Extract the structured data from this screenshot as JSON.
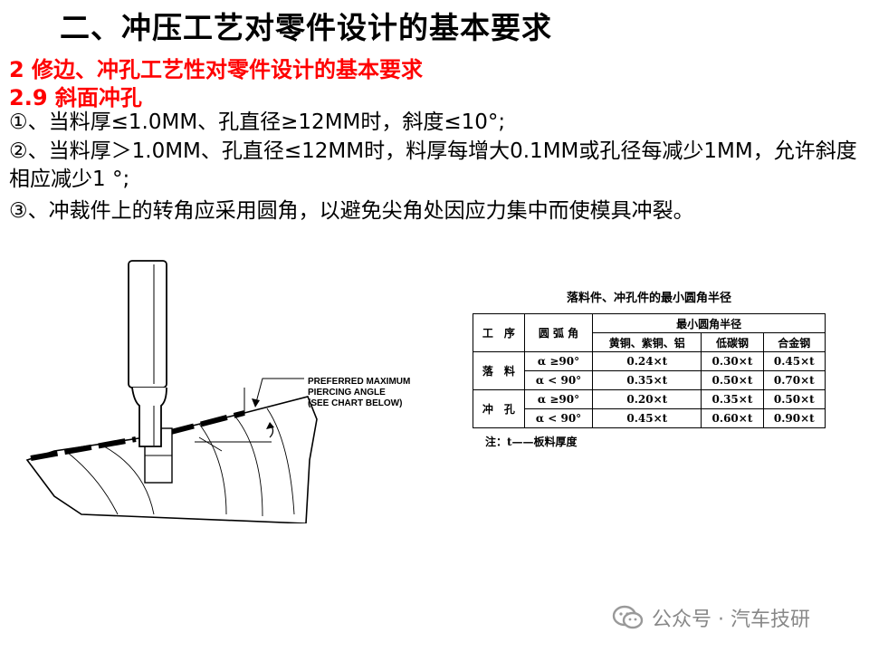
{
  "page": {
    "title": "二、冲压工艺对零件设计的基本要求",
    "subtitle": "2 修边、冲孔工艺性对零件设计的基本要求",
    "section": "2.9 斜面冲孔",
    "para1": "①、当料厚≤1.0MM、孔直径≥12MM时，斜度≤10°;",
    "para2": "②、当料厚＞1.0MM、孔直径≤12MM时，料厚每增大0.1MM或孔径每减少1MM，允许斜度相应减少1 °;",
    "para3": "③、冲裁件上的转角应采用圆角，以避免尖角处因应力集中而使模具冲裂。"
  },
  "illustration": {
    "callout_line1": "PREFERRED MAXIMUM",
    "callout_line2": "PIERCING ANGLE",
    "callout_line3": "(SEE CHART BELOW)"
  },
  "table": {
    "title": "落料件、冲孔件的最小圆角半径",
    "head_process": "工　序",
    "head_arc": "圆 弧 角",
    "head_min": "最小圆角半径",
    "head_mat1": "黄铜、紫铜、铝",
    "head_mat2": "低碳钢",
    "head_mat3": "合金钢",
    "rows": [
      {
        "process": "落　料",
        "arc": "α ≥90°",
        "v1": "0.24×t",
        "v2": "0.30×t",
        "v3": "0.45×t"
      },
      {
        "process": "",
        "arc": "α < 90°",
        "v1": "0.35×t",
        "v2": "0.50×t",
        "v3": "0.70×t"
      },
      {
        "process": "冲　孔",
        "arc": "α ≥90°",
        "v1": "0.20×t",
        "v2": "0.35×t",
        "v3": "0.50×t"
      },
      {
        "process": "",
        "arc": "α < 90°",
        "v1": "0.45×t",
        "v2": "0.60×t",
        "v3": "0.90×t"
      }
    ],
    "note": "注：t——板料厚度"
  },
  "watermark": {
    "text": "公众号 · 汽车技研",
    "icon": "wechat-icon"
  }
}
